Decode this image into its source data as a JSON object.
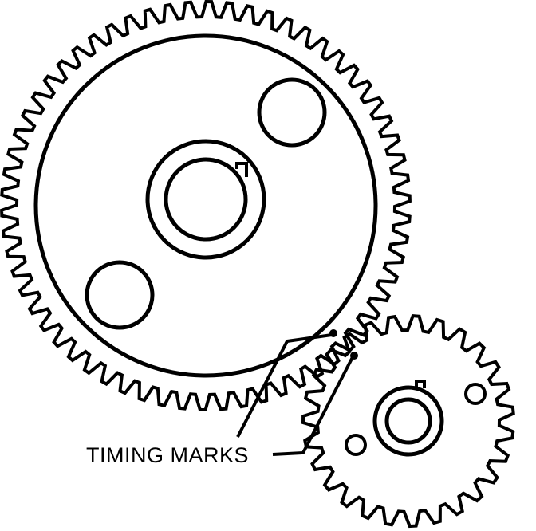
{
  "diagram": {
    "callout_label": "TIMING MARKS",
    "colors": {
      "ink": "#000000",
      "background": "#ffffff"
    },
    "gears": {
      "large": {
        "name": "large-gear",
        "teeth": 62
      },
      "small": {
        "name": "small-gear",
        "teeth": 27
      }
    }
  }
}
